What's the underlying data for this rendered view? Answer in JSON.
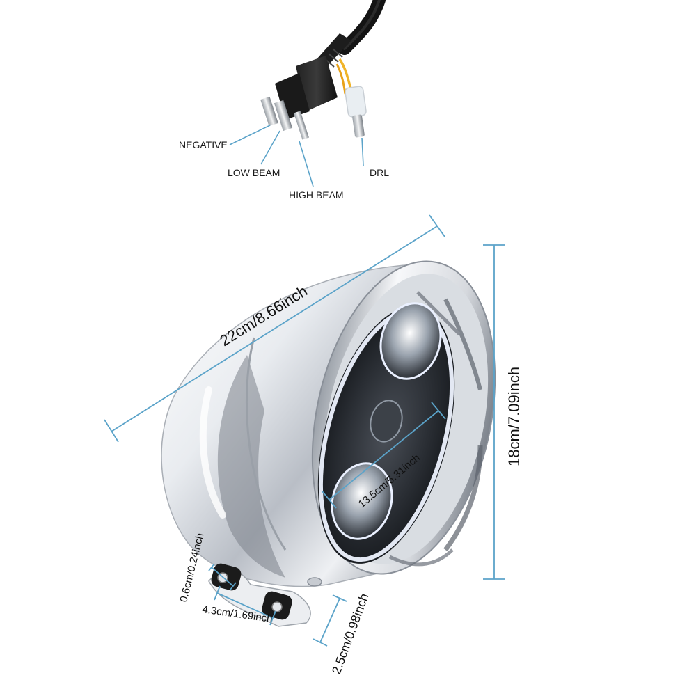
{
  "wiring_labels": {
    "negative": "NEGATIVE",
    "low_beam": "LOW BEAM",
    "high_beam": "HIGH BEAM",
    "drl": "DRL"
  },
  "dimensions": {
    "length": "22cm/8.66inch",
    "height": "18cm/7.09inch",
    "lens_diameter": "13.5cm/5.31inch",
    "hole_diameter": "0.6cm/0.24inch",
    "hole_spacing": "4.3cm/1.69inch",
    "bracket_width": "2.5cm/0.98inch"
  },
  "colors": {
    "callout_line": "#5ba3c9",
    "chrome_light": "#f5f6f8",
    "chrome_dark": "#8a9099",
    "lens_dark": "#1c1f24",
    "halo": "#dfe9ff"
  }
}
